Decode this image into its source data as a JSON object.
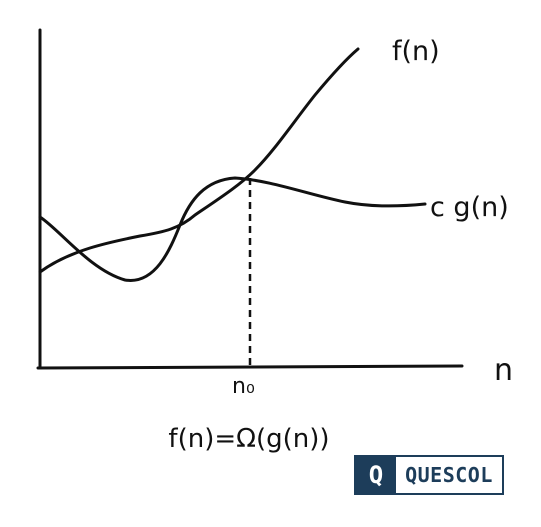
{
  "labels": {
    "f_curve": "f(n)",
    "g_curve": "c g(n)",
    "x_axis": "n",
    "threshold": "n₀",
    "formula": "f(n)=Ω(g(n))"
  },
  "colors": {
    "ink": "#111111",
    "brand": "#1d3d5a"
  },
  "logo": {
    "mark": "Q",
    "word": "QUESCOL"
  }
}
